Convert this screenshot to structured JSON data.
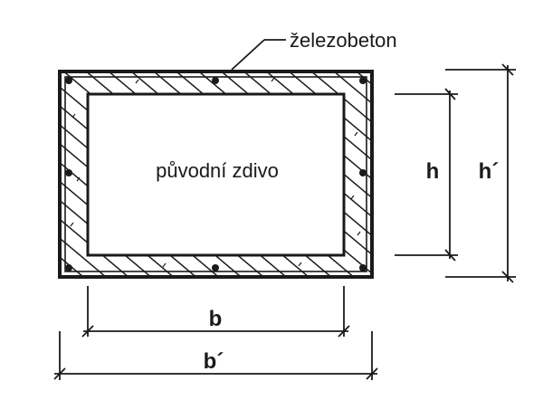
{
  "diagram": {
    "material_label": "železobeton",
    "inner_label": "původní zdivo",
    "dim_h": "h",
    "dim_h_prime": "h´",
    "dim_b": "b",
    "dim_b_prime": "b´"
  },
  "colors": {
    "ink": "#1a1a1a",
    "background": "#ffffff"
  }
}
